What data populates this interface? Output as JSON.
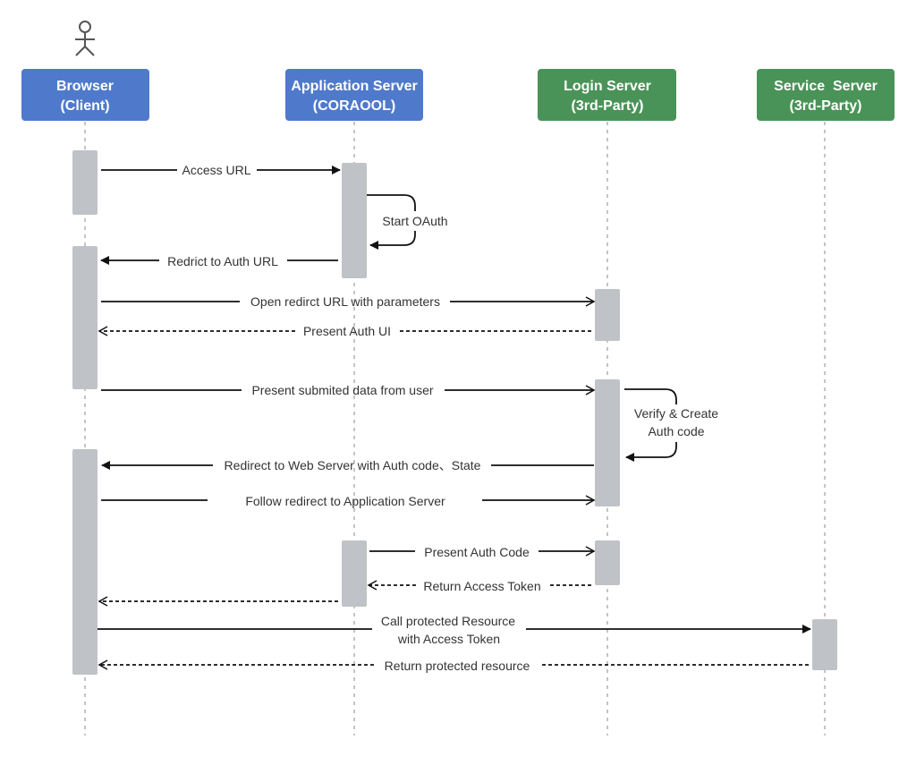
{
  "actors": [
    {
      "id": "browser",
      "line1": "Browser",
      "line2": "(Client)",
      "color": "#4f7acb"
    },
    {
      "id": "app",
      "line1": "Application Server",
      "line2": "(CORAOOL)",
      "color": "#4f7acb"
    },
    {
      "id": "login",
      "line1": "Login Server",
      "line2": "(3rd-Party)",
      "color": "#4a9358"
    },
    {
      "id": "service",
      "line1": "Service  Server",
      "line2": "(3rd-Party)",
      "color": "#4a9358"
    }
  ],
  "messages": [
    {
      "id": "access-url",
      "label": "Access URL",
      "style": "solid"
    },
    {
      "id": "start-oauth",
      "label": "Start OAuth",
      "style": "self"
    },
    {
      "id": "redirect-auth-url",
      "label": "Redrict to Auth URL",
      "style": "solid"
    },
    {
      "id": "open-redirect-url",
      "label": "Open redirct URL with parameters",
      "style": "solid"
    },
    {
      "id": "present-auth-ui",
      "label": "Present Auth UI",
      "style": "dashed"
    },
    {
      "id": "present-submitted-data",
      "label": "Present submited data from user",
      "style": "solid"
    },
    {
      "id": "verify-create",
      "label1": "Verify & Create",
      "label2": "Auth code",
      "style": "self"
    },
    {
      "id": "redirect-web-server",
      "label": "Redirect to Web Server with Auth code、State",
      "style": "solid"
    },
    {
      "id": "follow-redirect",
      "label": "Follow redirect to Application Server",
      "style": "solid"
    },
    {
      "id": "present-auth-code",
      "label": "Present Auth Code",
      "style": "solid"
    },
    {
      "id": "return-access-token",
      "label": "Return Access Token",
      "style": "dashed"
    },
    {
      "id": "return-to-browser",
      "label": "",
      "style": "dashed"
    },
    {
      "id": "call-protected",
      "label1": "Call protected Resource",
      "label2": "with Access Token",
      "style": "solid"
    },
    {
      "id": "return-protected",
      "label": "Return protected resource",
      "style": "dashed"
    }
  ],
  "colors": {
    "lifeline": "#b0b0b0",
    "activation": "#bfc2c6",
    "arrow": "#111111",
    "user_icon": "#555555"
  }
}
